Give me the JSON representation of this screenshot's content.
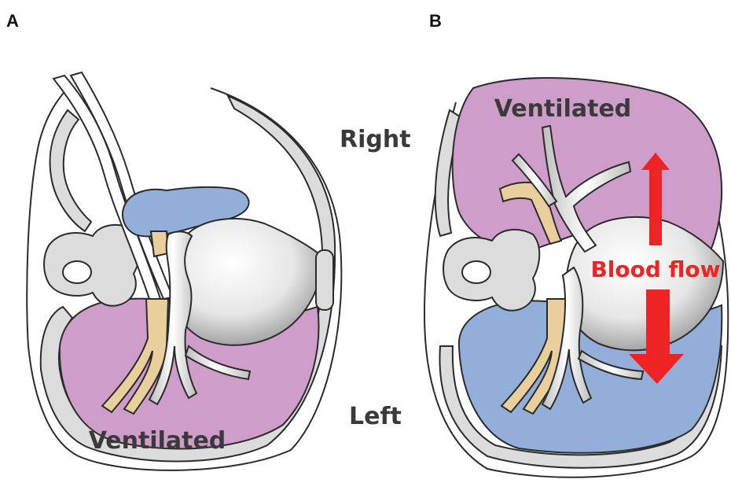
{
  "panels": {
    "a": {
      "letter": "A",
      "ventilated_label": "Ventilated"
    },
    "b": {
      "letter": "B",
      "ventilated_label": "Ventilated",
      "flow_label": "Blood flow"
    }
  },
  "orientation": {
    "top": "Right",
    "bottom": "Left"
  },
  "colors": {
    "ventilated_lung": "#cf9dc9",
    "perfused_lung": "#93aed8",
    "bronchus": "#e9cf9c",
    "vessel": "#e4e4e4",
    "flow_arrow": "#ee2424",
    "outline": "#2b2b2b"
  }
}
